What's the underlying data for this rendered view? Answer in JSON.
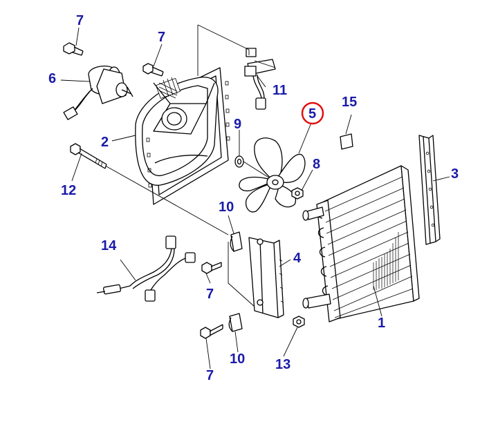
{
  "diagram": {
    "highlight_color": "#e01010",
    "label_color": "#1a1aa8",
    "callouts": [
      {
        "id": "c7a",
        "text": "7"
      },
      {
        "id": "c7b",
        "text": "7"
      },
      {
        "id": "c6",
        "text": "6"
      },
      {
        "id": "c11",
        "text": "11"
      },
      {
        "id": "c5",
        "text": "5",
        "highlighted": true
      },
      {
        "id": "c15",
        "text": "15"
      },
      {
        "id": "c2",
        "text": "2"
      },
      {
        "id": "c9",
        "text": "9"
      },
      {
        "id": "c8",
        "text": "8"
      },
      {
        "id": "c3",
        "text": "3"
      },
      {
        "id": "c12",
        "text": "12"
      },
      {
        "id": "c10a",
        "text": "10"
      },
      {
        "id": "c14",
        "text": "14"
      },
      {
        "id": "c4",
        "text": "4"
      },
      {
        "id": "c7c",
        "text": "7"
      },
      {
        "id": "c1",
        "text": "1"
      },
      {
        "id": "c10b",
        "text": "10"
      },
      {
        "id": "c13",
        "text": "13"
      },
      {
        "id": "c7d",
        "text": "7"
      }
    ]
  }
}
